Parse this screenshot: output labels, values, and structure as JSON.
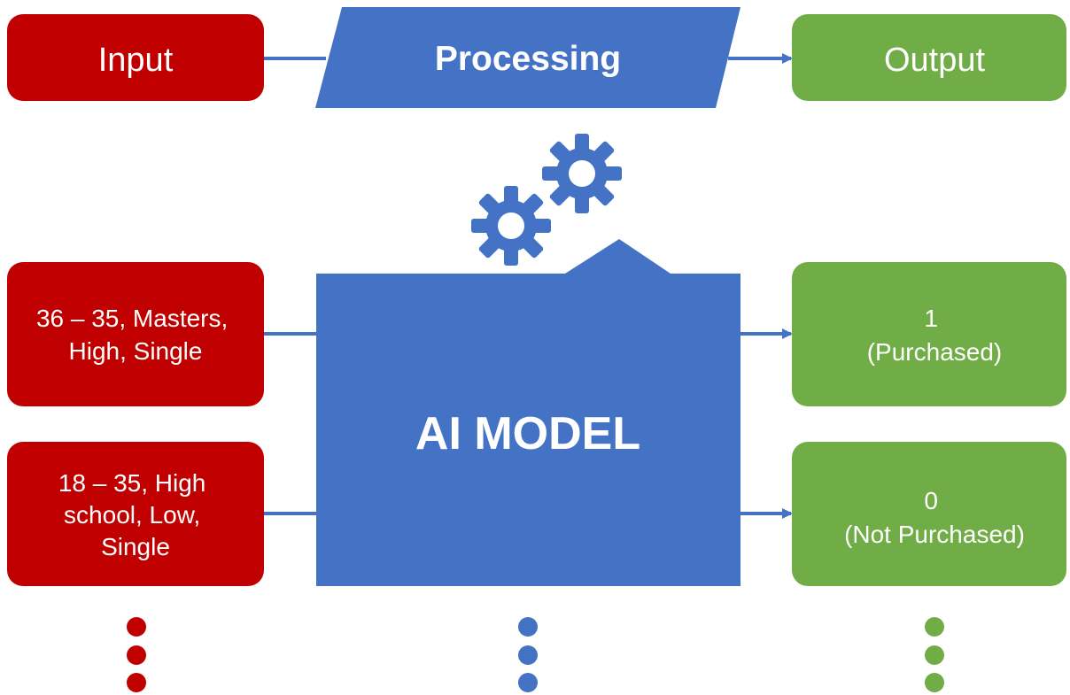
{
  "colors": {
    "input": "#c00000",
    "processing": "#4472c4",
    "output": "#70ad47",
    "text": "#ffffff",
    "background": "#ffffff"
  },
  "header": {
    "input_label": "Input",
    "processing_label": "Processing",
    "output_label": "Output"
  },
  "model": {
    "label": "AI MODEL",
    "icons": [
      "gear-icon",
      "gear-icon"
    ]
  },
  "inputs": [
    {
      "lines": [
        "36 – 35, Masters,",
        "High, Single"
      ]
    },
    {
      "lines": [
        "18 – 35, High",
        "school, Low,",
        "Single"
      ]
    }
  ],
  "outputs": [
    {
      "lines": [
        "1",
        "(Purchased)"
      ]
    },
    {
      "lines": [
        "0",
        "(Not Purchased)"
      ]
    }
  ],
  "continuation": {
    "icon": "vertical-ellipsis-icon"
  }
}
